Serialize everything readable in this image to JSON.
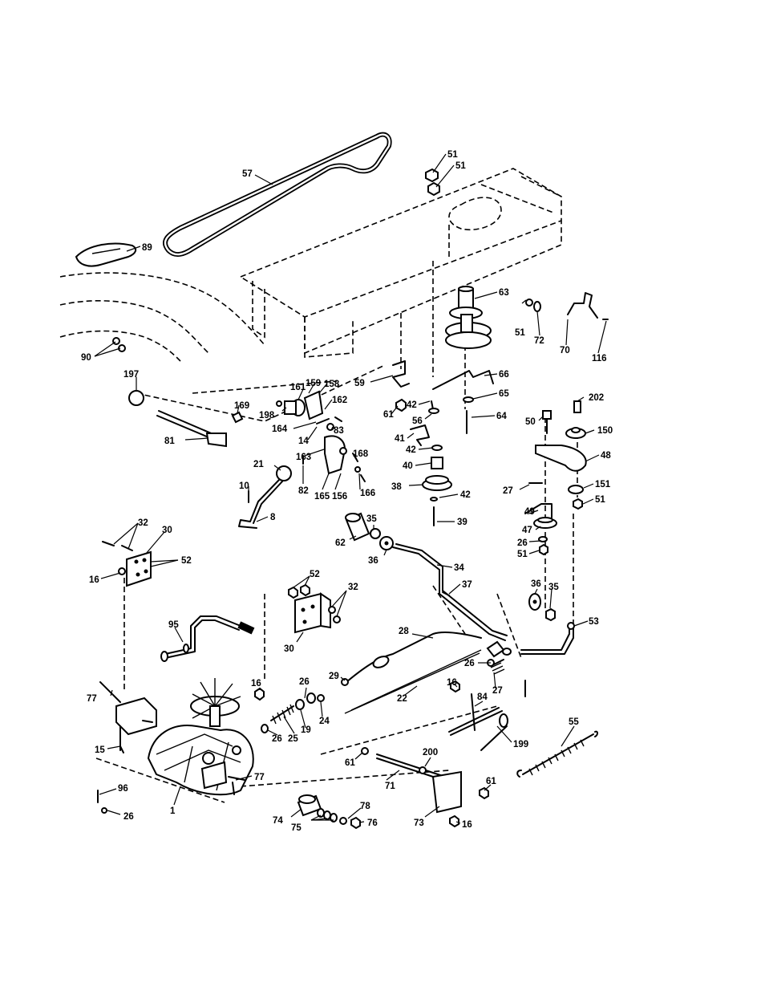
{
  "callouts": [
    {
      "id": "c51a",
      "label": "51"
    },
    {
      "id": "c51b",
      "label": "51"
    },
    {
      "id": "c57",
      "label": "57"
    },
    {
      "id": "c89",
      "label": "89"
    },
    {
      "id": "c90",
      "label": "90"
    },
    {
      "id": "c63",
      "label": "63"
    },
    {
      "id": "c51c",
      "label": "51"
    },
    {
      "id": "c72",
      "label": "72"
    },
    {
      "id": "c70",
      "label": "70"
    },
    {
      "id": "c116",
      "label": "116"
    },
    {
      "id": "c197",
      "label": "197"
    },
    {
      "id": "c59",
      "label": "59"
    },
    {
      "id": "c66",
      "label": "66"
    },
    {
      "id": "c161",
      "label": "161"
    },
    {
      "id": "c159",
      "label": "159"
    },
    {
      "id": "c158",
      "label": "158"
    },
    {
      "id": "c169",
      "label": "169"
    },
    {
      "id": "c198",
      "label": "198"
    },
    {
      "id": "c162",
      "label": "162"
    },
    {
      "id": "c42a",
      "label": "42"
    },
    {
      "id": "c65",
      "label": "65"
    },
    {
      "id": "c202",
      "label": "202"
    },
    {
      "id": "c61a",
      "label": "61"
    },
    {
      "id": "c56",
      "label": "56"
    },
    {
      "id": "c64",
      "label": "64"
    },
    {
      "id": "c50",
      "label": "50"
    },
    {
      "id": "c150",
      "label": "150"
    },
    {
      "id": "c81",
      "label": "81"
    },
    {
      "id": "c164",
      "label": "164"
    },
    {
      "id": "c14",
      "label": "14"
    },
    {
      "id": "c83",
      "label": "83"
    },
    {
      "id": "c41",
      "label": "41"
    },
    {
      "id": "c42b",
      "label": "42"
    },
    {
      "id": "c168",
      "label": "168"
    },
    {
      "id": "c163",
      "label": "163"
    },
    {
      "id": "c40",
      "label": "40"
    },
    {
      "id": "c48",
      "label": "48"
    },
    {
      "id": "c21",
      "label": "21"
    },
    {
      "id": "c82",
      "label": "82"
    },
    {
      "id": "c165",
      "label": "165"
    },
    {
      "id": "c156",
      "label": "156"
    },
    {
      "id": "c166",
      "label": "166"
    },
    {
      "id": "c38",
      "label": "38"
    },
    {
      "id": "c42c",
      "label": "42"
    },
    {
      "id": "c27a",
      "label": "27"
    },
    {
      "id": "c151",
      "label": "151"
    },
    {
      "id": "c10",
      "label": "10"
    },
    {
      "id": "c51d",
      "label": "51"
    },
    {
      "id": "c49",
      "label": "49"
    },
    {
      "id": "c8",
      "label": "8"
    },
    {
      "id": "c39",
      "label": "39"
    },
    {
      "id": "c47",
      "label": "47"
    },
    {
      "id": "c35a",
      "label": "35"
    },
    {
      "id": "c32a",
      "label": "32"
    },
    {
      "id": "c30a",
      "label": "30"
    },
    {
      "id": "c26a",
      "label": "26"
    },
    {
      "id": "c62",
      "label": "62"
    },
    {
      "id": "c51e",
      "label": "51"
    },
    {
      "id": "c52a",
      "label": "52"
    },
    {
      "id": "c36a",
      "label": "36"
    },
    {
      "id": "c34",
      "label": "34"
    },
    {
      "id": "c16a",
      "label": "16"
    },
    {
      "id": "c52b",
      "label": "52"
    },
    {
      "id": "c37",
      "label": "37"
    },
    {
      "id": "c36b",
      "label": "36"
    },
    {
      "id": "c35b",
      "label": "35"
    },
    {
      "id": "c32b",
      "label": "32"
    },
    {
      "id": "c95",
      "label": "95"
    },
    {
      "id": "c53",
      "label": "53"
    },
    {
      "id": "c30b",
      "label": "30"
    },
    {
      "id": "c28",
      "label": "28"
    },
    {
      "id": "c26b",
      "label": "26"
    },
    {
      "id": "c29",
      "label": "29"
    },
    {
      "id": "c27b",
      "label": "27"
    },
    {
      "id": "c16b",
      "label": "16"
    },
    {
      "id": "c26c",
      "label": "26"
    },
    {
      "id": "c77a",
      "label": "77"
    },
    {
      "id": "c16c",
      "label": "16"
    },
    {
      "id": "c84",
      "label": "84"
    },
    {
      "id": "c22",
      "label": "22"
    },
    {
      "id": "c19",
      "label": "19"
    },
    {
      "id": "c24",
      "label": "24"
    },
    {
      "id": "c55",
      "label": "55"
    },
    {
      "id": "c26d",
      "label": "26"
    },
    {
      "id": "c25",
      "label": "25"
    },
    {
      "id": "c199",
      "label": "199"
    },
    {
      "id": "c15",
      "label": "15"
    },
    {
      "id": "c200",
      "label": "200"
    },
    {
      "id": "c61b",
      "label": "61"
    },
    {
      "id": "c77b",
      "label": "77"
    },
    {
      "id": "c71",
      "label": "71"
    },
    {
      "id": "c61c",
      "label": "61"
    },
    {
      "id": "c96",
      "label": "96"
    },
    {
      "id": "c1",
      "label": "1"
    },
    {
      "id": "c26e",
      "label": "26"
    },
    {
      "id": "c78",
      "label": "78"
    },
    {
      "id": "c74",
      "label": "74"
    },
    {
      "id": "c76",
      "label": "76"
    },
    {
      "id": "c75",
      "label": "75"
    },
    {
      "id": "c73",
      "label": "73"
    },
    {
      "id": "c16d",
      "label": "16"
    }
  ]
}
